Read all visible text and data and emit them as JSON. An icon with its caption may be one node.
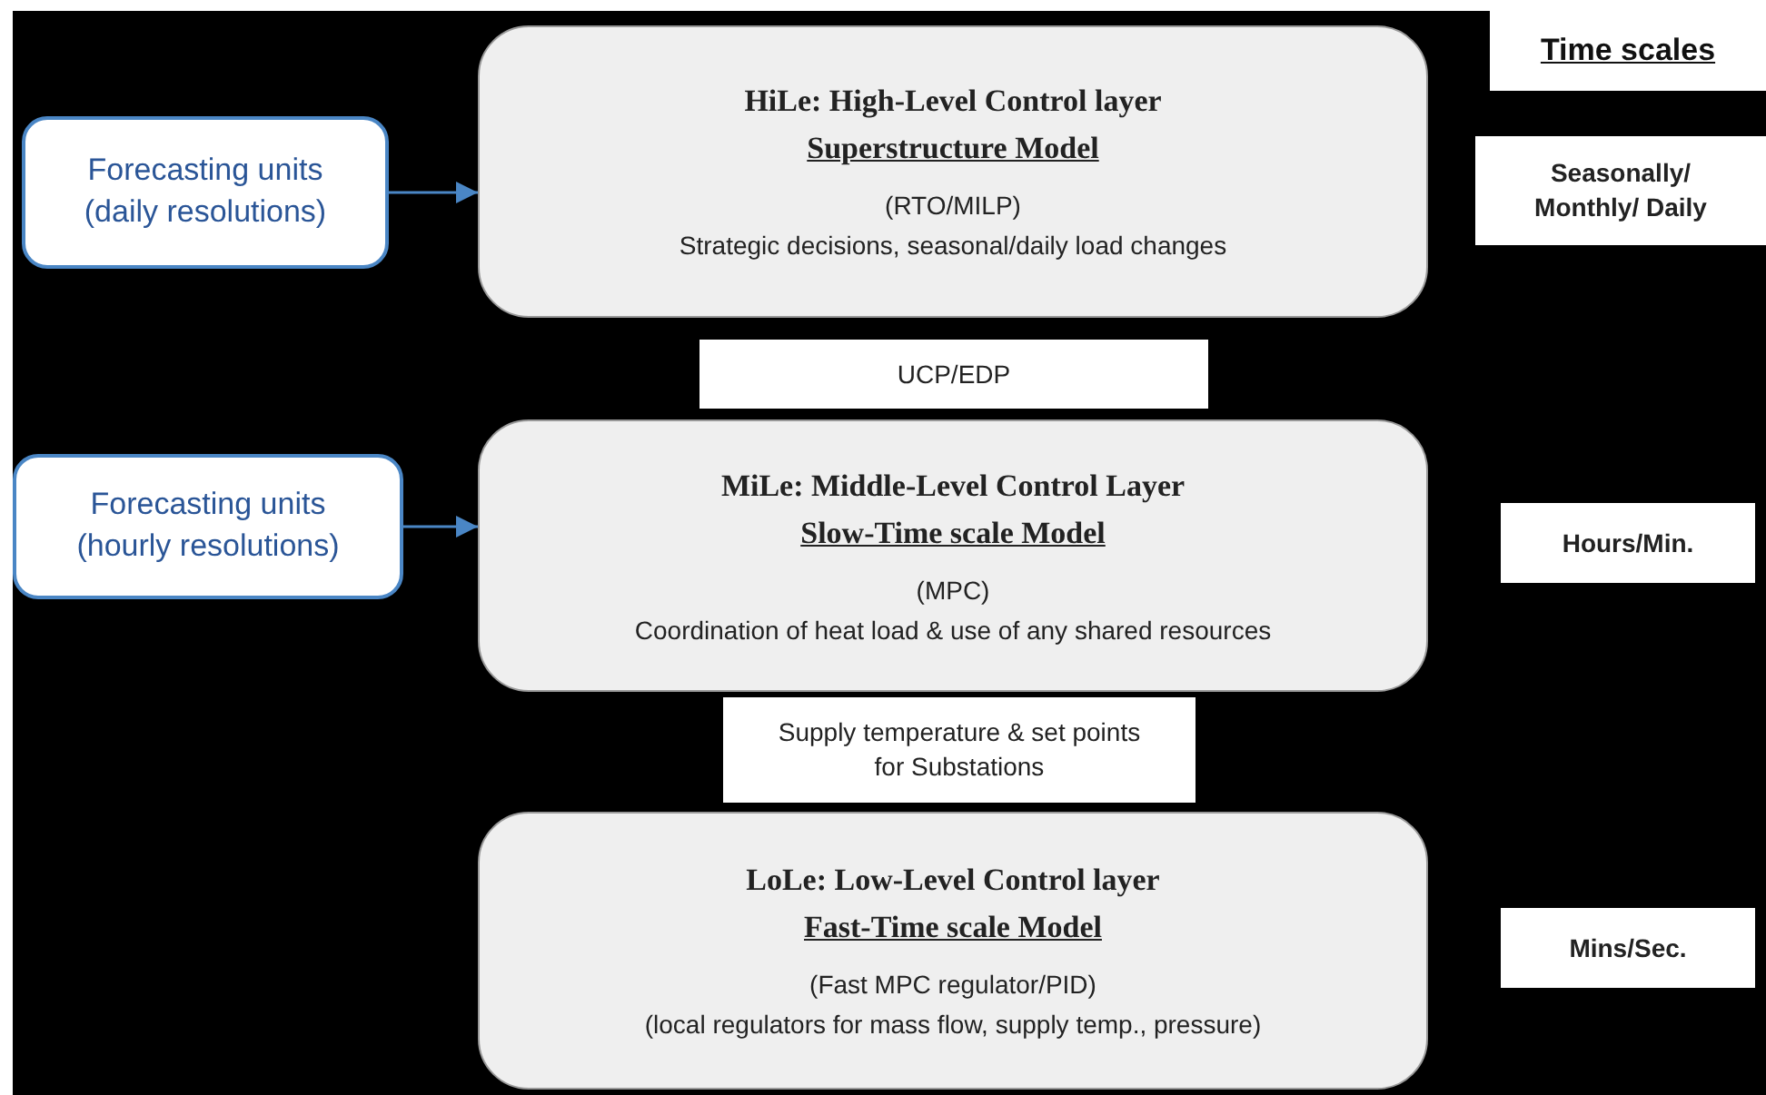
{
  "diagram": {
    "nodes": [
      {
        "text": [
          "Forecasting units (daily resolutions)"
        ]
      },
      {
        "text": [
          "HiLe: High-Level Control layer",
          "Superstructure Model",
          "(RTO/MILP)",
          "Strategic decisions, seasonal/daily load changes"
        ]
      },
      {
        "text": [
          "Time scales"
        ]
      },
      {
        "text": [
          "Seasonally/ Monthly/ Daily"
        ]
      },
      {
        "text": [
          "UCP/EDP"
        ]
      },
      {
        "text": [
          "Forecasting units (hourly resolutions)"
        ]
      },
      {
        "text": [
          "MiLe: Middle-Level Control Layer",
          "Slow-Time scale Model",
          "(MPC)",
          "Coordination of heat load & use of any shared resources"
        ]
      },
      {
        "text": [
          "Hours/Min."
        ]
      },
      {
        "text": [
          "Supply temperature & set points for Substations"
        ]
      },
      {
        "text": [
          "LoLe: Low-Level Control layer",
          "Fast-Time scale Model",
          "(Fast MPC regulator/PID)",
          "(local regulators for mass flow, supply temp., pressure)"
        ]
      },
      {
        "text": [
          "Mins/Sec."
        ]
      }
    ],
    "edges": [
      {
        "from": 0,
        "to": 1,
        "arrow": "to"
      },
      {
        "from": 5,
        "to": 6,
        "arrow": "to"
      }
    ]
  }
}
